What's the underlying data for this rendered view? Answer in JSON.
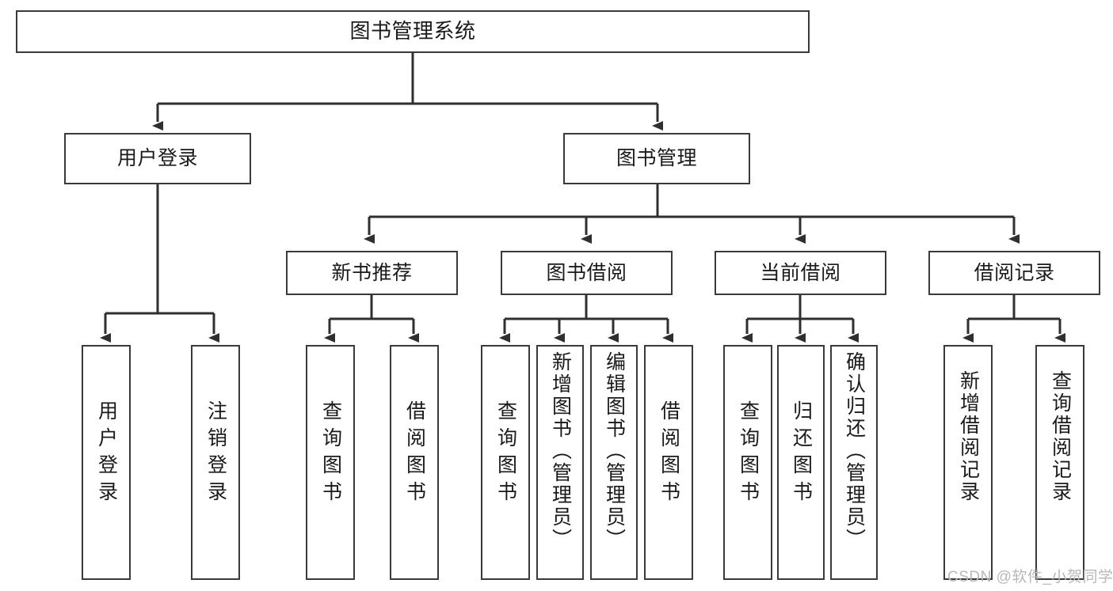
{
  "diagram": {
    "title": "图书管理系统",
    "type": "tree-hierarchy-chart",
    "watermark": "CSDN @软件_小贺同学",
    "colors": {
      "box_border": "#3a3a3a",
      "box_fill": "#ffffff",
      "connector": "#2f2f2f",
      "text": "#1a1a1a",
      "watermark": "#b8b8b8",
      "background": "#ffffff"
    },
    "nodes": {
      "root": {
        "label": "图书管理系统",
        "level": 1
      },
      "l2": [
        {
          "id": "user-login",
          "label": "用户登录",
          "level": 2
        },
        {
          "id": "book-management",
          "label": "图书管理",
          "level": 2
        }
      ],
      "l3": [
        {
          "id": "new-book-recommend",
          "label": "新书推荐",
          "level": 3
        },
        {
          "id": "book-borrow",
          "label": "图书借阅",
          "level": 3
        },
        {
          "id": "current-borrow",
          "label": "当前借阅",
          "level": 3
        },
        {
          "id": "borrow-record",
          "label": "借阅记录",
          "level": 3
        }
      ],
      "leaves": {
        "user-login": [
          {
            "id": "leaf-user-login",
            "label": "用户登录"
          },
          {
            "id": "leaf-user-logout",
            "label": "注销登录"
          }
        ],
        "new-book-recommend": [
          {
            "id": "leaf-query-book-1",
            "label": "查询图书"
          },
          {
            "id": "leaf-borrow-book-1",
            "label": "借阅图书"
          }
        ],
        "book-borrow": [
          {
            "id": "leaf-query-book-2",
            "label": "查询图书"
          },
          {
            "id": "leaf-add-book",
            "label": "新增图书（管理员）"
          },
          {
            "id": "leaf-edit-book",
            "label": "编辑图书（管理员）"
          },
          {
            "id": "leaf-borrow-book-2",
            "label": "借阅图书"
          }
        ],
        "current-borrow": [
          {
            "id": "leaf-query-book-3",
            "label": "查询图书"
          },
          {
            "id": "leaf-return-book",
            "label": "归还图书"
          },
          {
            "id": "leaf-confirm-return",
            "label": "确认归还（管理员）"
          }
        ],
        "borrow-record": [
          {
            "id": "leaf-add-record",
            "label": "新增借阅记录"
          },
          {
            "id": "leaf-query-record",
            "label": "查询借阅记录"
          }
        ]
      }
    }
  }
}
